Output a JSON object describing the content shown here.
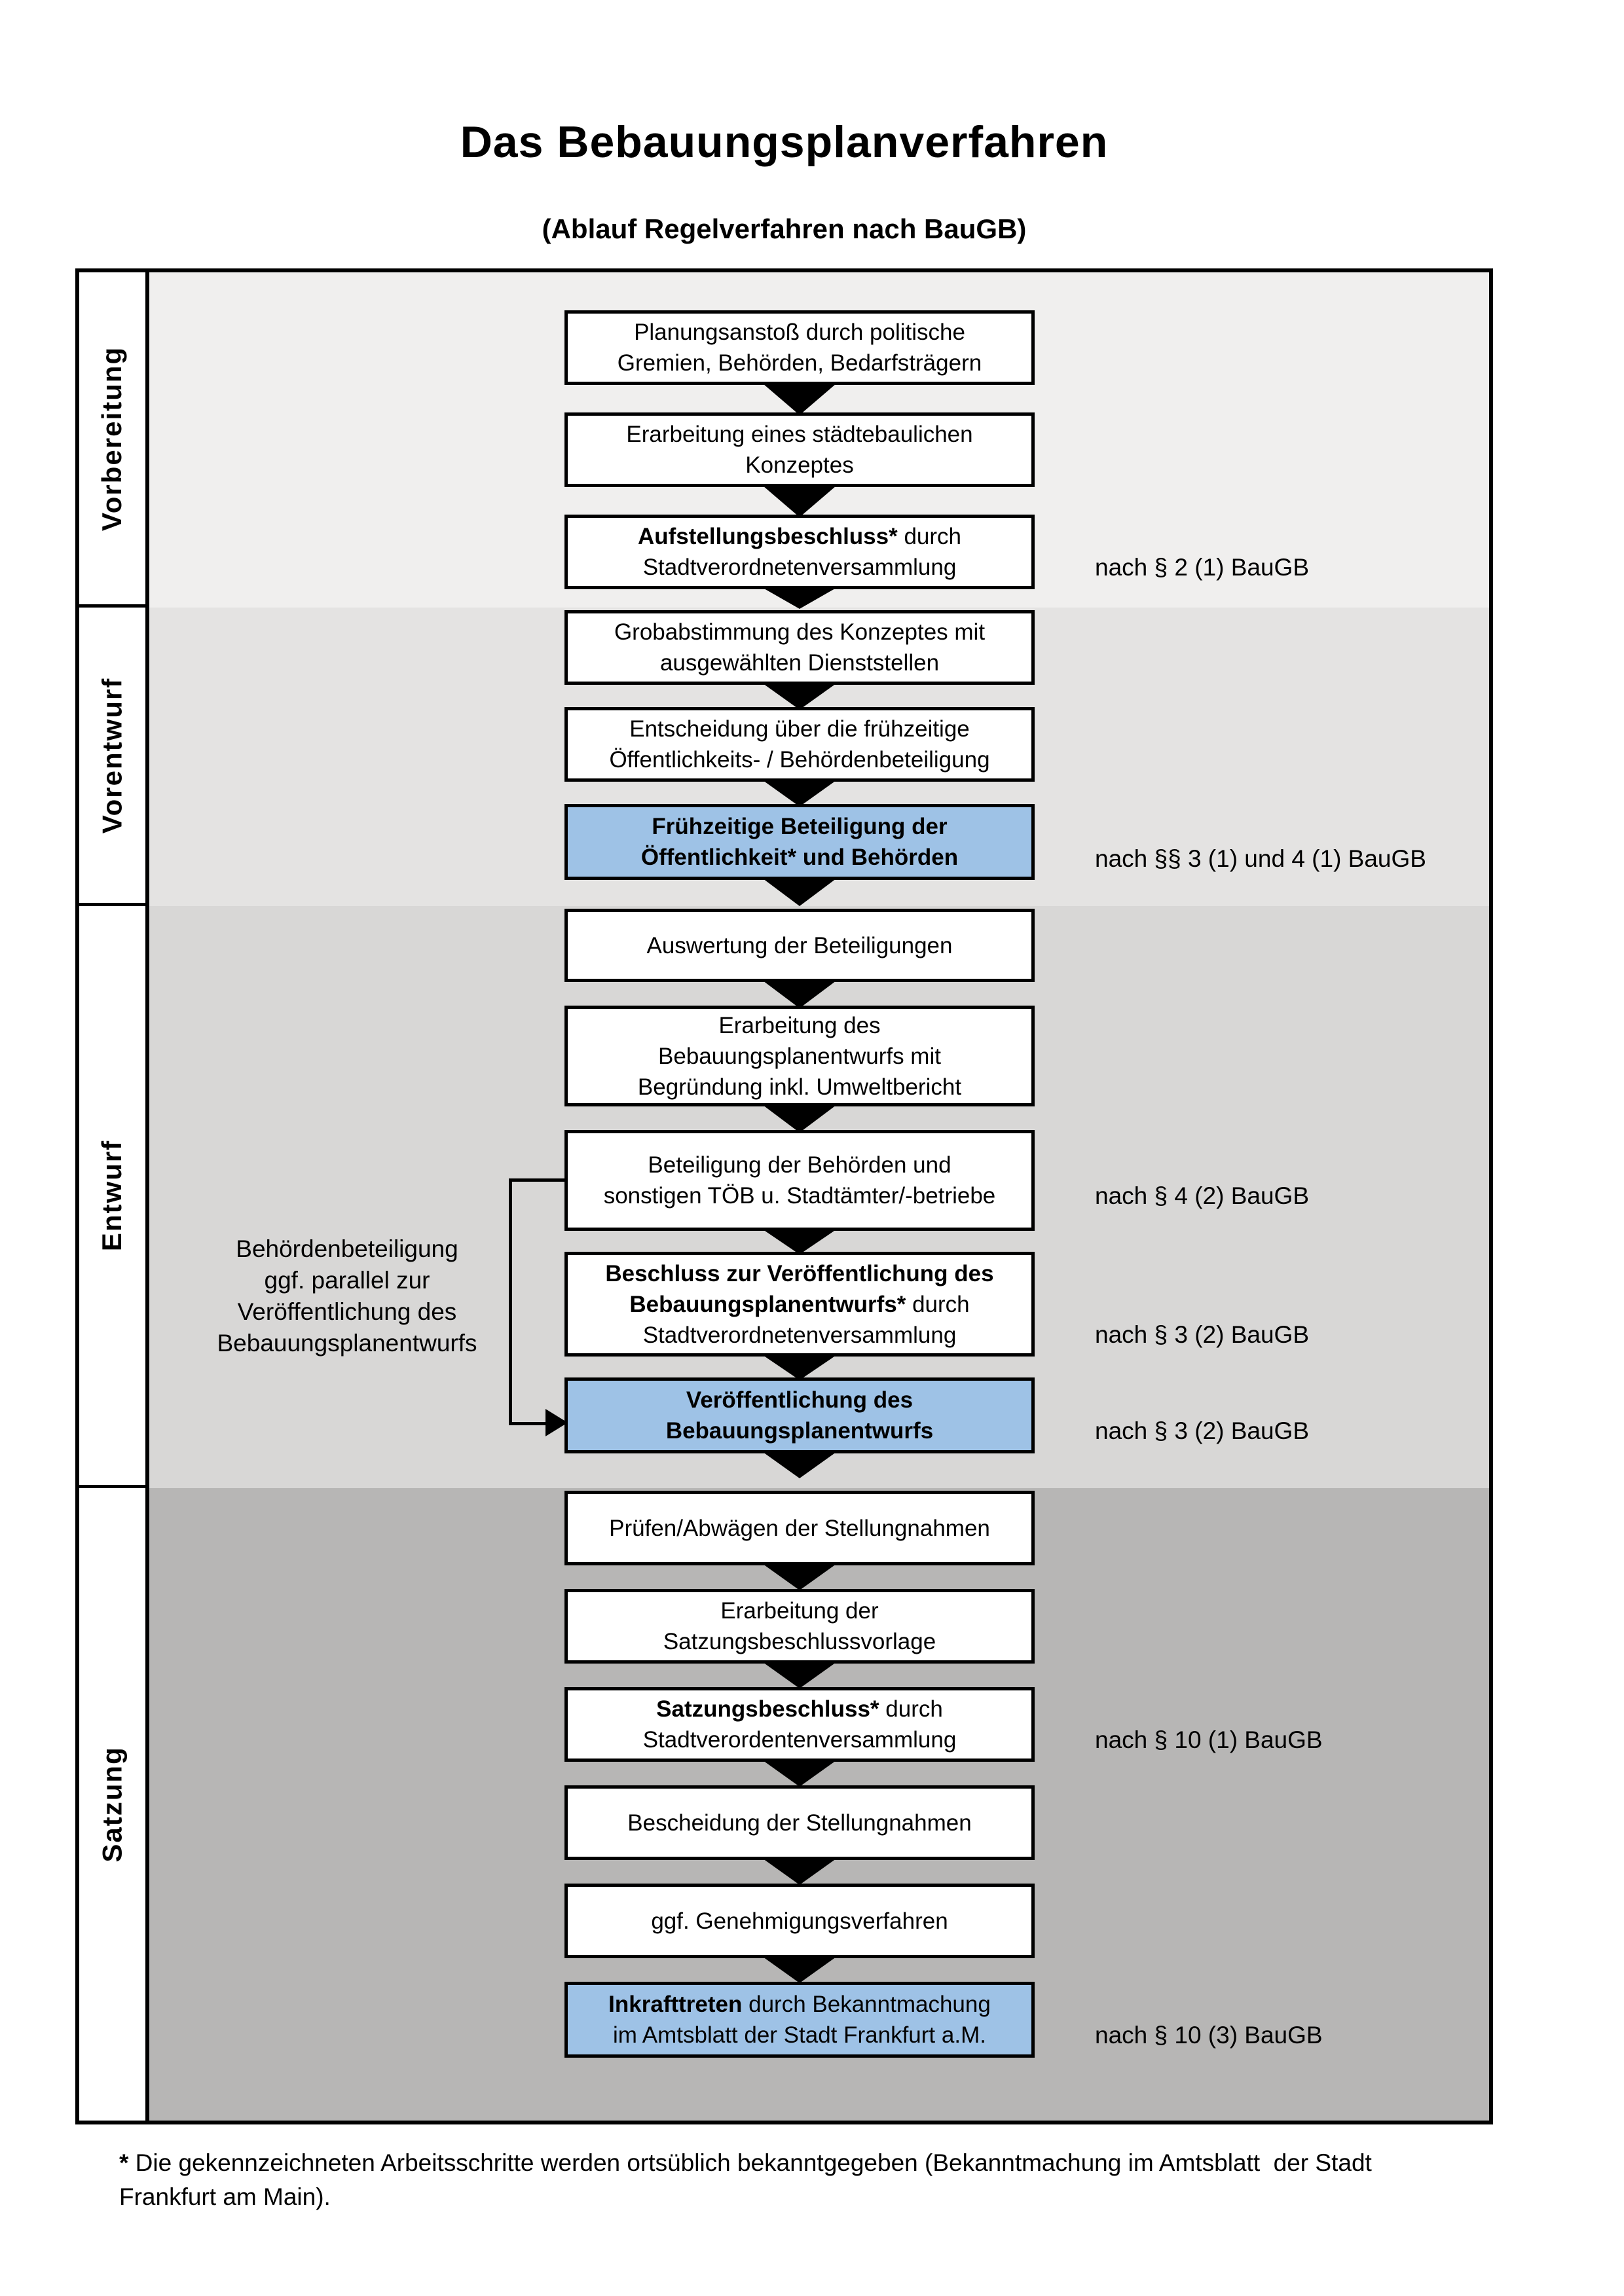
{
  "title": "Das Bebauungsplanverfahren",
  "subtitle": "(Ablauf Regelverfahren nach BauGB)",
  "phases": [
    {
      "label": "Vorbereitung"
    },
    {
      "label": "Vorentwurf"
    },
    {
      "label": "Entwurf"
    },
    {
      "label": "Satzung"
    }
  ],
  "boxes": {
    "box1": {
      "l1": "Planungsanstoß durch politische",
      "l2": "Gremien, Behörden, Bedarfsträgern"
    },
    "box2": {
      "l1": "Erarbeitung eines städtebaulichen",
      "l2": "Konzeptes"
    },
    "box3": {
      "l1b": "Aufstellungsbeschluss*",
      "l1r": " durch",
      "l2": "Stadtverordnetenversammlung"
    },
    "box4": {
      "l1": "Grobabstimmung des Konzeptes mit",
      "l2": "ausgewählten Dienststellen"
    },
    "box5": {
      "l1": "Entscheidung über die frühzeitige",
      "l2": "Öffentlichkeits- / Behördenbeteiligung"
    },
    "box6": {
      "l1": "Frühzeitige Beteiligung der",
      "l2": "Öffentlichkeit* und Behörden"
    },
    "box7": {
      "l1": "Auswertung der Beteiligungen"
    },
    "box8": {
      "l1": "Erarbeitung des",
      "l2": "Bebauungsplanentwurfs mit",
      "l3": "Begründung inkl. Umweltbericht"
    },
    "box9": {
      "l1": "Beteiligung der Behörden und",
      "l2": "sonstigen TÖB u. Stadtämter/-betriebe"
    },
    "box10": {
      "l1b": "Beschluss zur Veröffentlichung des",
      "l2b": "Bebauungsplanentwurfs*",
      "l2r": " durch",
      "l3": "Stadtverordnetenversammlung"
    },
    "box11": {
      "l1": "Veröffentlichung des",
      "l2": "Bebauungsplanentwurfs"
    },
    "box12": {
      "l1": "Prüfen/Abwägen der Stellungnahmen"
    },
    "box13": {
      "l1": "Erarbeitung der",
      "l2": "Satzungsbeschlussvorlage"
    },
    "box14": {
      "l1b": "Satzungsbeschluss*",
      "l1r": " durch",
      "l2": "Stadtverordentenversammlung"
    },
    "box15": {
      "l1": "Bescheidung der Stellungnahmen"
    },
    "box16": {
      "l1": "ggf. Genehmigungsverfahren"
    },
    "box17": {
      "l1b": "Inkrafttreten",
      "l1r": " durch Bekanntmachung",
      "l2": "im Amtsblatt der Stadt Frankfurt a.M."
    }
  },
  "side_note": {
    "l1": "Behördenbeteiligung",
    "l2": "ggf. parallel zur",
    "l3": "Veröffentlichung des",
    "l4": "Bebauungsplanentwurfs"
  },
  "legal_refs": [
    {
      "text": "nach § 2 (1) BauGB"
    },
    {
      "text": "nach §§ 3 (1) und 4 (1) BauGB"
    },
    {
      "text": "nach § 4 (2) BauGB"
    },
    {
      "text": "nach § 3 (2) BauGB"
    },
    {
      "text": "nach § 3 (2) BauGB"
    },
    {
      "text": "nach § 10 (1) BauGB"
    },
    {
      "text": "nach § 10 (3) BauGB"
    }
  ],
  "footnote": {
    "star": "*",
    "text": " Die gekennzeichneten Arbeitsschritte werden ortsüblich bekanntgegeben (Bekanntmachung im Amtsblatt  der Stadt\nFrankfurt am Main)."
  },
  "colors": {
    "highlight_blue": "#9ec2e6",
    "band_vorbereitung": "#f0efee",
    "band_vorentwurf": "#e4e3e2",
    "band_entwurf": "#d8d7d6",
    "band_satzung": "#b7b6b5"
  }
}
